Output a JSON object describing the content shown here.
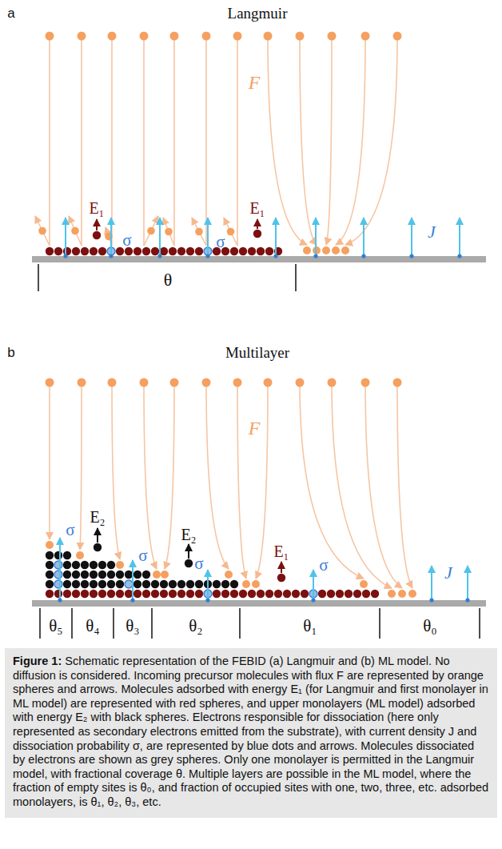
{
  "diagram": {
    "caption": "Figure 1: Schematic representation of the FEBID (a) Langmuir and (b) ML model. No diffusion is considered. Incoming precursor molecules with flux F are represented by orange spheres and arrows. Molecules adsorbed with energy E₁ (for Langmuir and first monolayer in ML model) are represented with red spheres, and upper monolayers (ML model) adsorbed with energy E₂ with black spheres. Electrons responsible for dissociation (here only represented as secondary electrons emitted from the substrate), with current density J and dissociation probability σ, are represented by blue dots and arrows. Molecules dissociated by electrons are shown as grey spheres. Only one monolayer is permitted in the Langmuir model, with fractional coverage θ. Multiple layers are possible in the ML model, where the fraction of empty sites is θ₀, and fraction of occupied sites with one, two, three, etc. adsorbed monolayers, is θ₁, θ₂, θ₃, etc.",
    "labels": [
      "a",
      "Langmuir",
      "F",
      "E₁",
      "σ",
      "σ",
      "E₁",
      "J",
      "θ",
      "b",
      "Multilayer",
      "F",
      "σ",
      "E₂",
      "σ",
      "E₂",
      "σ",
      "E₁",
      "σ",
      "J",
      "θ₅",
      "θ₄",
      "θ₃",
      "θ₂",
      "θ₁",
      "θ₀"
    ]
  }
}
